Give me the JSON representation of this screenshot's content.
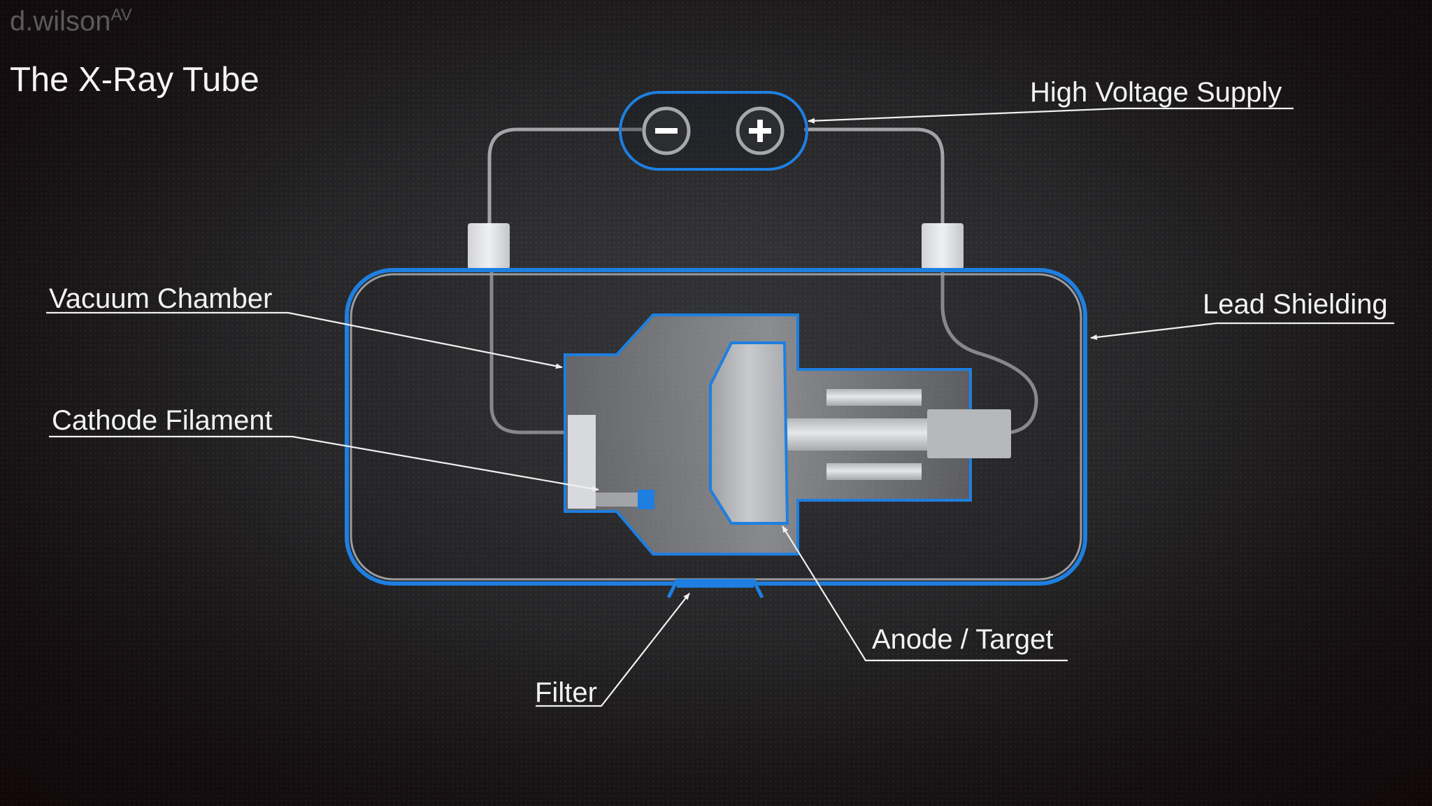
{
  "watermark": {
    "text": "d.wilson",
    "sup": "AV"
  },
  "title": "The X-Ray Tube",
  "labels": {
    "high_voltage_supply": "High Voltage Supply",
    "vacuum_chamber": "Vacuum Chamber",
    "lead_shielding": "Lead Shielding",
    "cathode_filament": "Cathode Filament",
    "anode_target": "Anode / Target",
    "filter": "Filter"
  },
  "colors": {
    "accent_blue": "#1e7fe0",
    "wire_gray": "#9a9ca0",
    "label_white": "#f2f2f2"
  }
}
